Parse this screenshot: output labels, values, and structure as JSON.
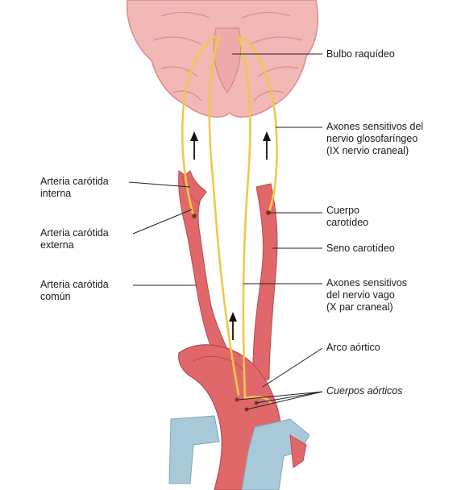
{
  "labels": {
    "bulbo": "Bulbo raquídeo",
    "glosofaringeo": "Axones sensitivos del\nnervio glosofaríngeo\n(IX nervio craneal)",
    "carotida_interna": "Arteria carótida\ninterna",
    "cuerpo_carotideo": "Cuerpo\ncarotídeo",
    "carotida_externa": "Arteria carótida\nexterna",
    "seno_carotideo": "Seno carotídeo",
    "carotida_comun": "Arteria carótida\ncomún",
    "vago": "Axones sensitivos\ndel nervio vago\n(X par craneal)",
    "arco_aortico": "Arco aórtico",
    "cuerpos_aorticos": "Cuerpos aórticos"
  },
  "colors": {
    "brain": "#f1b8b6",
    "brain_fold": "#d98d8e",
    "artery": "#e1686a",
    "artery_dark": "#b94a4d",
    "nerve": "#f0c84a",
    "vein": "#a9c9d8",
    "vein_dark": "#7fa7ba",
    "leader": "#222222"
  }
}
